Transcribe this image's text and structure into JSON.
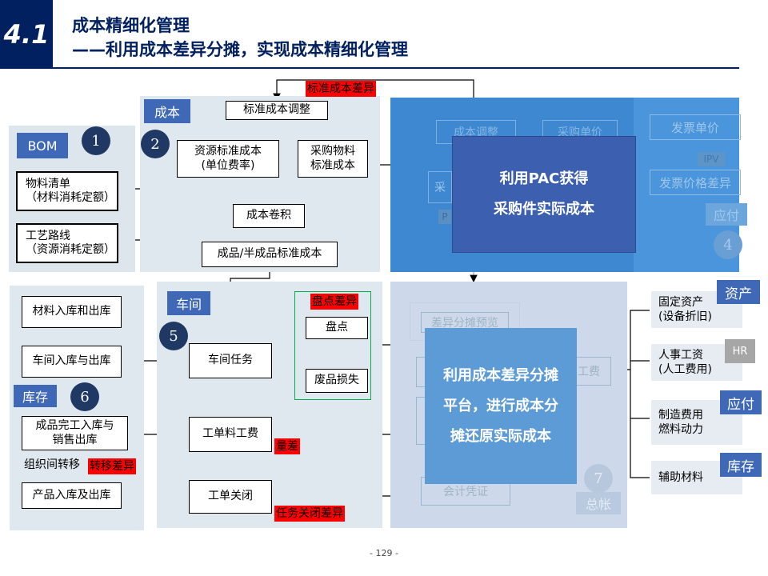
{
  "header": {
    "section": "4.1",
    "title": "成本精细化管理",
    "subtitle": "——利用成本差异分摊，实现成本精细化管理"
  },
  "bom": {
    "label": "BOM",
    "num": "1",
    "material_list": [
      "物料清单",
      "（材料消耗定额）"
    ],
    "routing": [
      "工艺路线",
      "（资源消耗定额）"
    ]
  },
  "cost": {
    "label": "成本",
    "num": "2",
    "std_cost_adjust": "标准成本调整",
    "resource_std_cost": [
      "资源标准成本",
      "(单位费率)"
    ],
    "purchase_std_cost": [
      "采购物料",
      "标准成本"
    ],
    "cost_rollup": "成本卷积",
    "product_std_cost": "成品/半成品标准成本",
    "std_cost_variance": "标准成本差异"
  },
  "pac": {
    "text": [
      "利用PAC获得",
      "采购件实际成本"
    ],
    "bg_cost_adjust": "成本调整",
    "bg_purchase_price": "采购单价",
    "bg_invoice_price": "发票单价",
    "bg_ipv": "IPV",
    "bg_invoice_variance": "发票价格差异",
    "bg_collect": "采",
    "bg_p": "P",
    "payable_label": "应付",
    "num": "4"
  },
  "workshop": {
    "label": "车间",
    "num": "5",
    "task": "车间任务",
    "stock_diff": "盘点差异",
    "stocktake": "盘点",
    "scrap": "废品损失",
    "labor_material": "工单料工费",
    "qty_variance": "量差",
    "close": "工单关闭",
    "close_variance": "任务关闭差异"
  },
  "inventory": {
    "label": "库存",
    "num": "6",
    "material_io": "材料入库和出库",
    "workshop_io": "车间入库与出库",
    "finished_io": [
      "成品完工入库与",
      "销售出库"
    ],
    "org_transfer": "组织间转移",
    "transfer_variance": "转移差异",
    "product_io": "产品入库及出库"
  },
  "platform": {
    "text": [
      "利用成本差异分摊",
      "平台，进行成本分",
      "摊还原实际成本"
    ],
    "bg_preview": "差异分摊预览",
    "bg_labor": "工费",
    "bg_voucher": "会计凭证",
    "ledger_label": "总帐",
    "num": "7"
  },
  "right": {
    "asset_label": "资产",
    "hr_label": "HR",
    "payable_label": "应付",
    "inventory_label": "库存",
    "fixed_asset": [
      "固定资产",
      "(设备折旧)"
    ],
    "hr_wage": [
      "人事工资",
      "(人工费用)"
    ],
    "mfg_expense": [
      "制造费用",
      "燃料动力"
    ],
    "aux_material": "辅助材料"
  },
  "footer": {
    "page": "- 129 -"
  }
}
